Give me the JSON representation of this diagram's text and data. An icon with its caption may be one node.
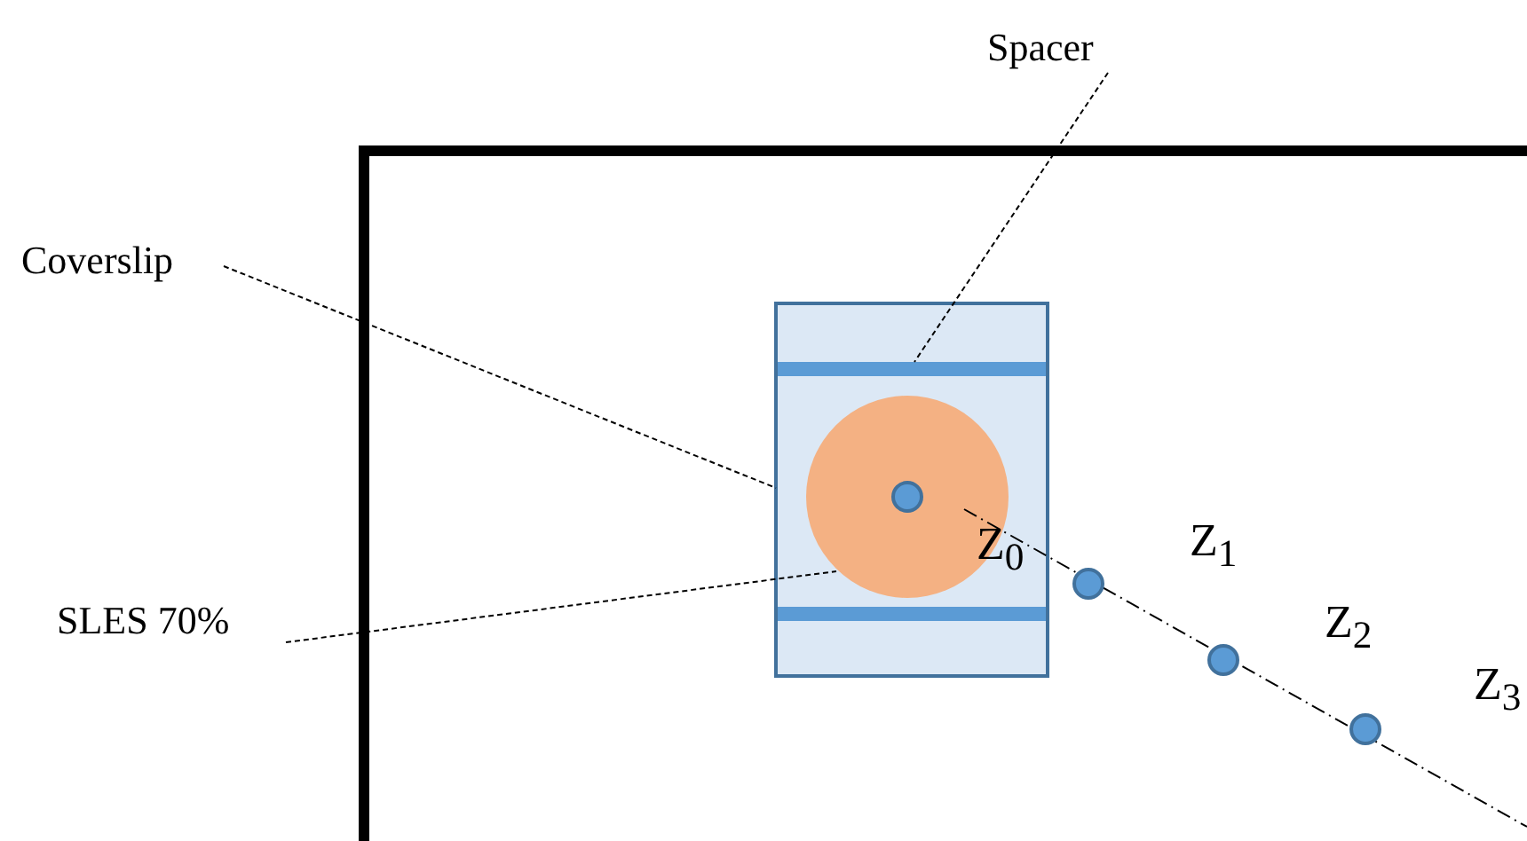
{
  "diagram": {
    "nodes": [
      {
        "text": [
          "Coverslip"
        ]
      },
      {
        "text": [
          "Spacer"
        ]
      },
      {
        "text": [
          "SLES 70%"
        ]
      },
      {
        "text": [],
        "shape": "box"
      },
      {
        "text": [],
        "shape": "bar",
        "in": 3
      },
      {
        "text": [],
        "shape": "bar",
        "in": 3
      },
      {
        "text": [],
        "shape": "circle",
        "in": 3
      }
    ],
    "edges": [
      {
        "from": 0,
        "to": 3,
        "arrow": "none"
      },
      {
        "from": 1,
        "to": 4,
        "arrow": "none"
      },
      {
        "from": 2,
        "to": 6,
        "arrow": "none"
      }
    ],
    "labels": [
      "Z$_{0}$",
      "Z$_{1}$",
      "Z$_{2}$",
      "Z$_{3}$"
    ]
  }
}
